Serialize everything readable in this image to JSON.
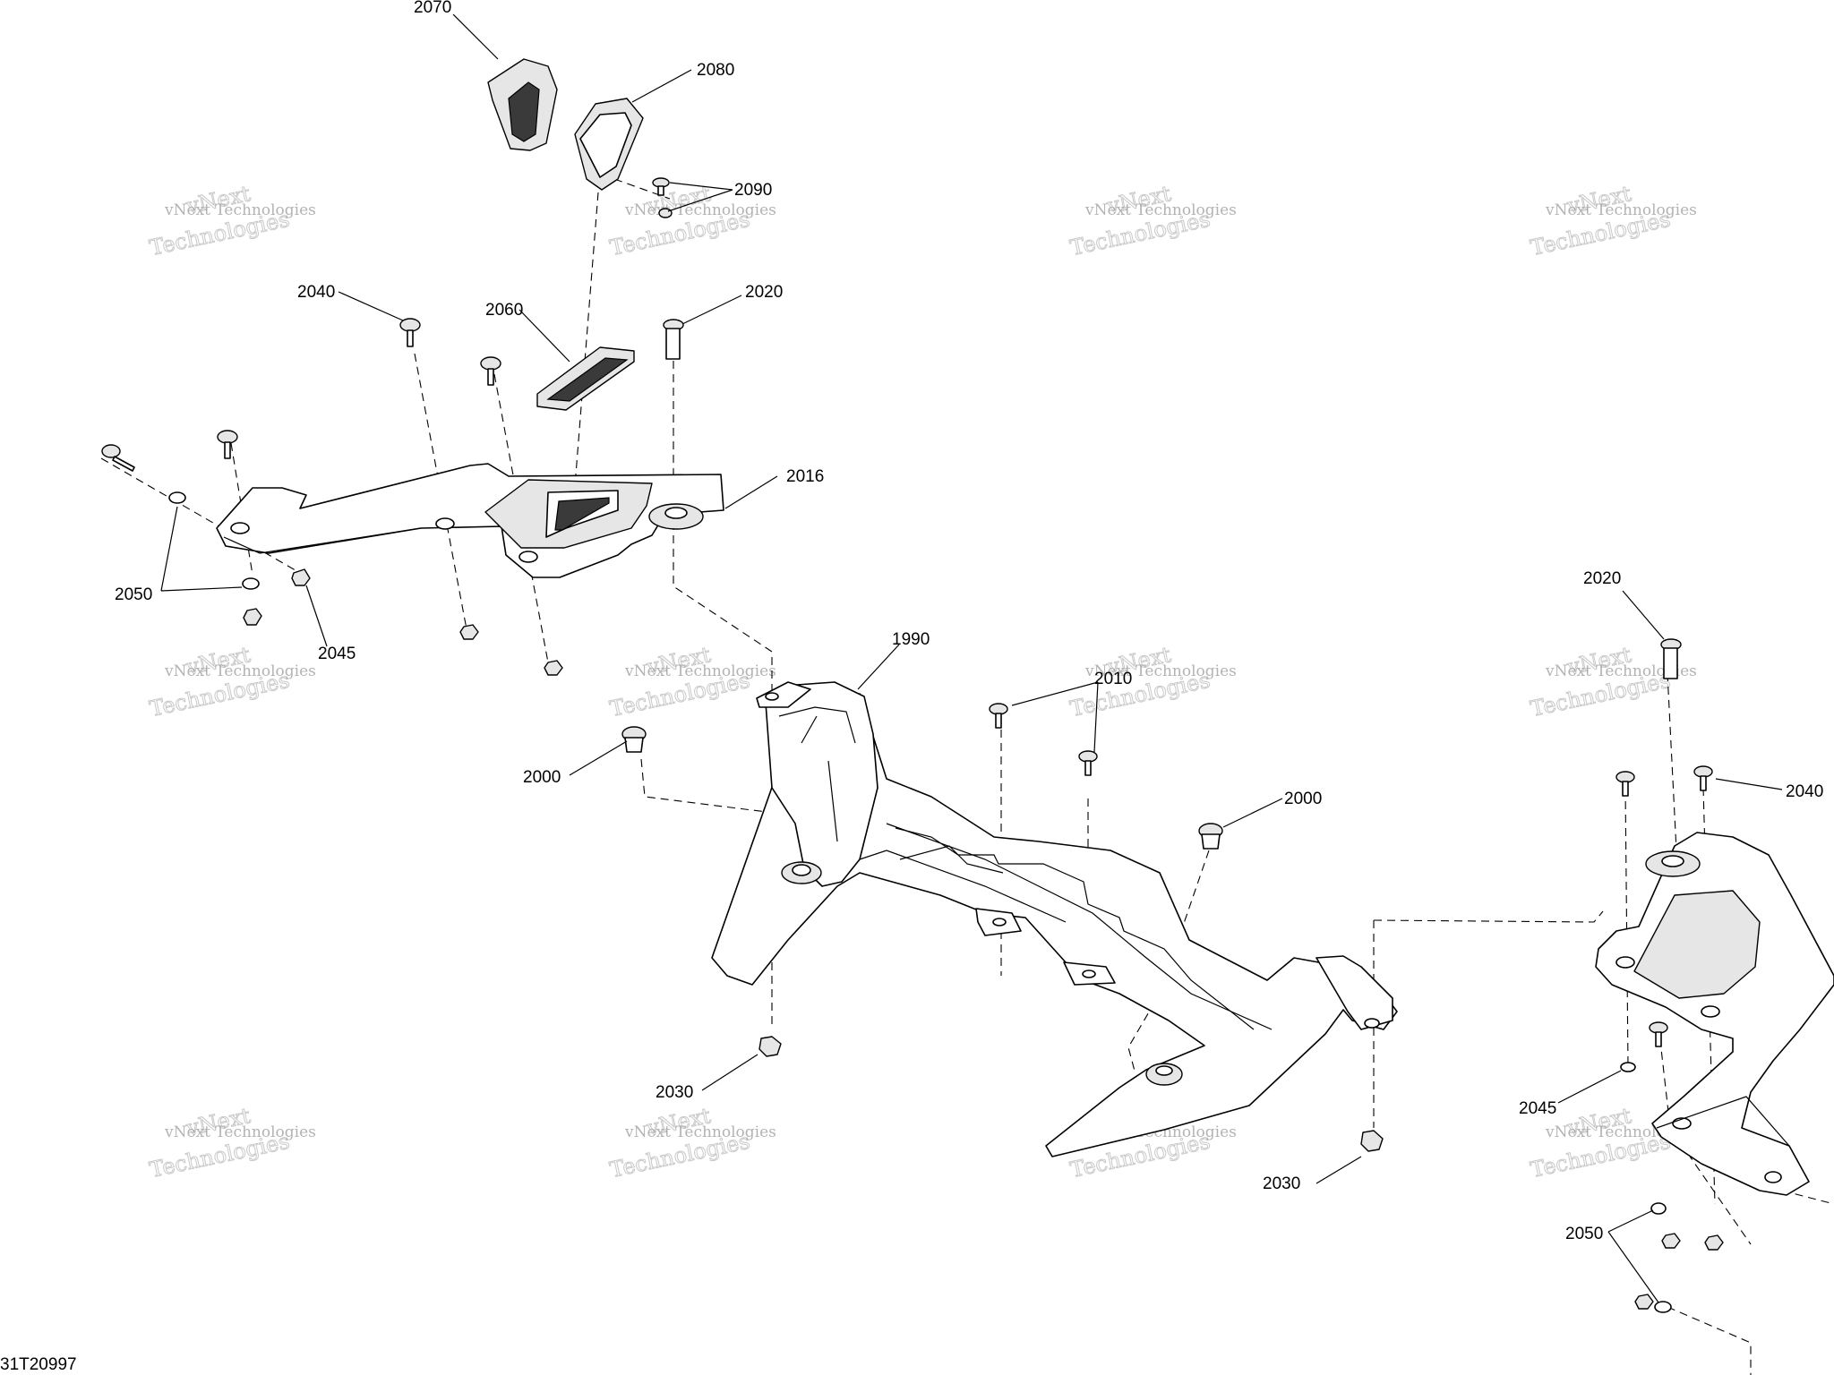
{
  "labels": {
    "l1990": "1990",
    "l2000a": "2000",
    "l2000b": "2000",
    "l2010": "2010",
    "l2016": "2016",
    "l2020a": "2020",
    "l2020b": "2020",
    "l2030a": "2030",
    "l2030b": "2030",
    "l2040a": "2040",
    "l2040b": "2040",
    "l2045a": "2045",
    "l2045b": "2045",
    "l2050a": "2050",
    "l2050b": "2050",
    "l2060": "2060",
    "l2070": "2070",
    "l2080": "2080",
    "l2090": "2090"
  },
  "watermark": {
    "line1": "vNext Technologies",
    "line2": "Technologies",
    "line3": "vNext"
  },
  "figure_id": "31T20997"
}
